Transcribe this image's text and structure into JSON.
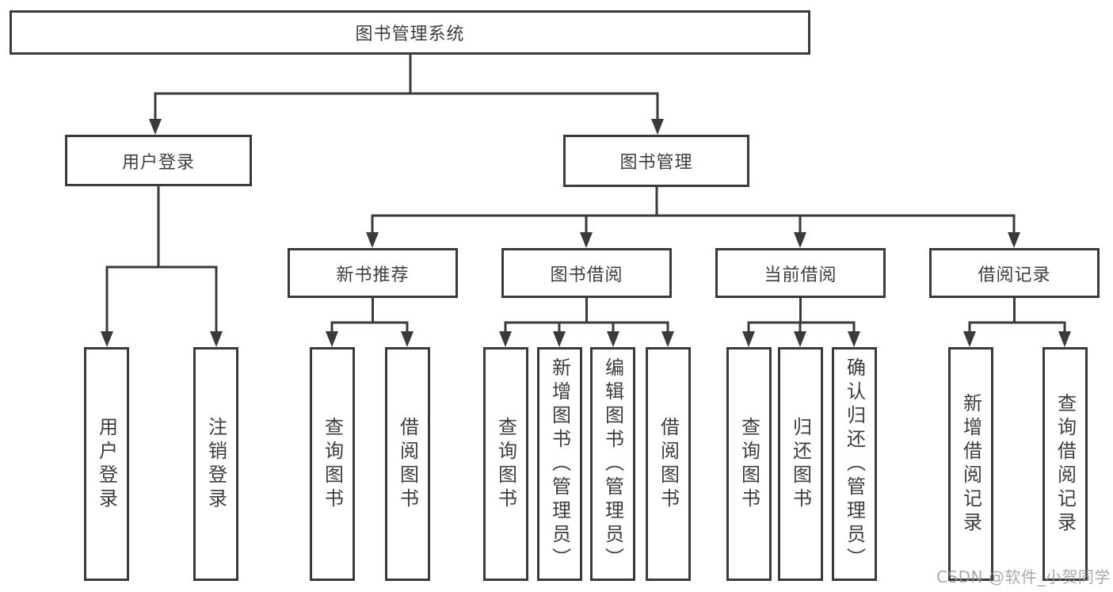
{
  "nodes": {
    "root": "图书管理系统",
    "level2": [
      "用户登录",
      "图书管理"
    ],
    "level3": [
      "新书推荐",
      "图书借阅",
      "当前借阅",
      "借阅记录"
    ],
    "leaves": [
      "用户登录",
      "注销登录",
      "查询图书",
      "借阅图书",
      "查询图书",
      "新增图书（管理员）",
      "编辑图书（管理员）",
      "借阅图书",
      "查询图书",
      "归还图书",
      "确认归还（管理员）",
      "新增借阅记录",
      "查询借阅记录"
    ]
  },
  "watermark": "CSDN @软件_小贺同学",
  "colors": {
    "line": "#3a3a3a",
    "text": "#3d3d3d",
    "watermark": "#969696",
    "background": "#ffffff"
  }
}
